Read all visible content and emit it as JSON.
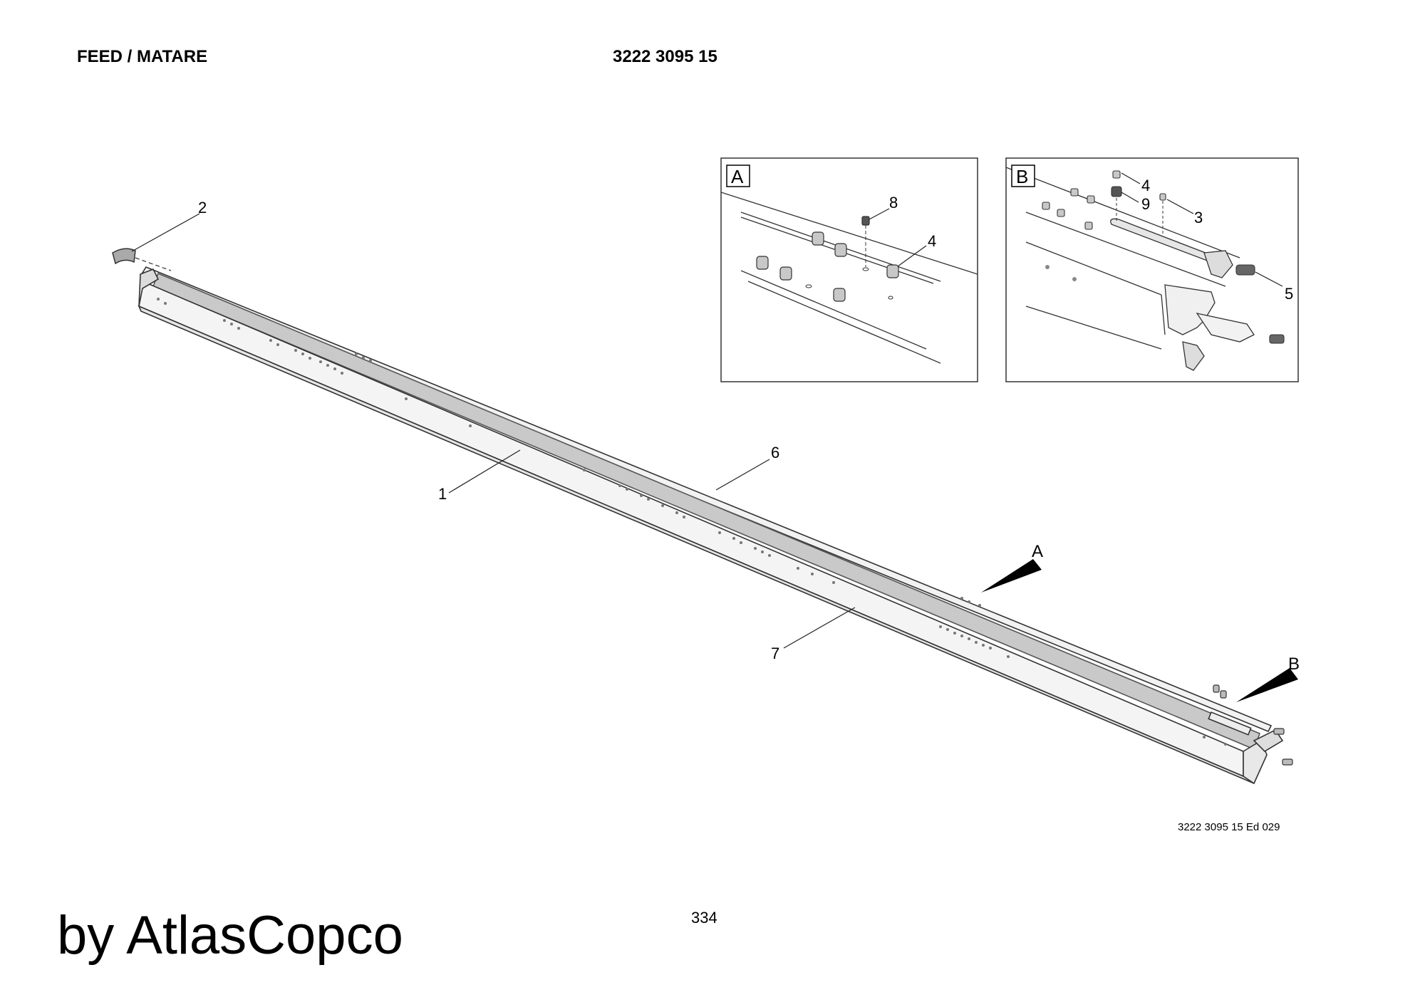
{
  "header": {
    "title": "FEED / MATARE",
    "part_number": "3222 3095 15"
  },
  "callouts": {
    "main": [
      "1",
      "2",
      "6",
      "7"
    ],
    "view_a_letter": "A",
    "view_b_letter": "B",
    "detail_a": [
      "8",
      "4"
    ],
    "detail_b": [
      "4",
      "9",
      "3",
      "5"
    ]
  },
  "footer": {
    "drawing_ref": "3222 3095 15 Ed 029",
    "page_number": "334",
    "brand": "by AtlasCopco"
  }
}
